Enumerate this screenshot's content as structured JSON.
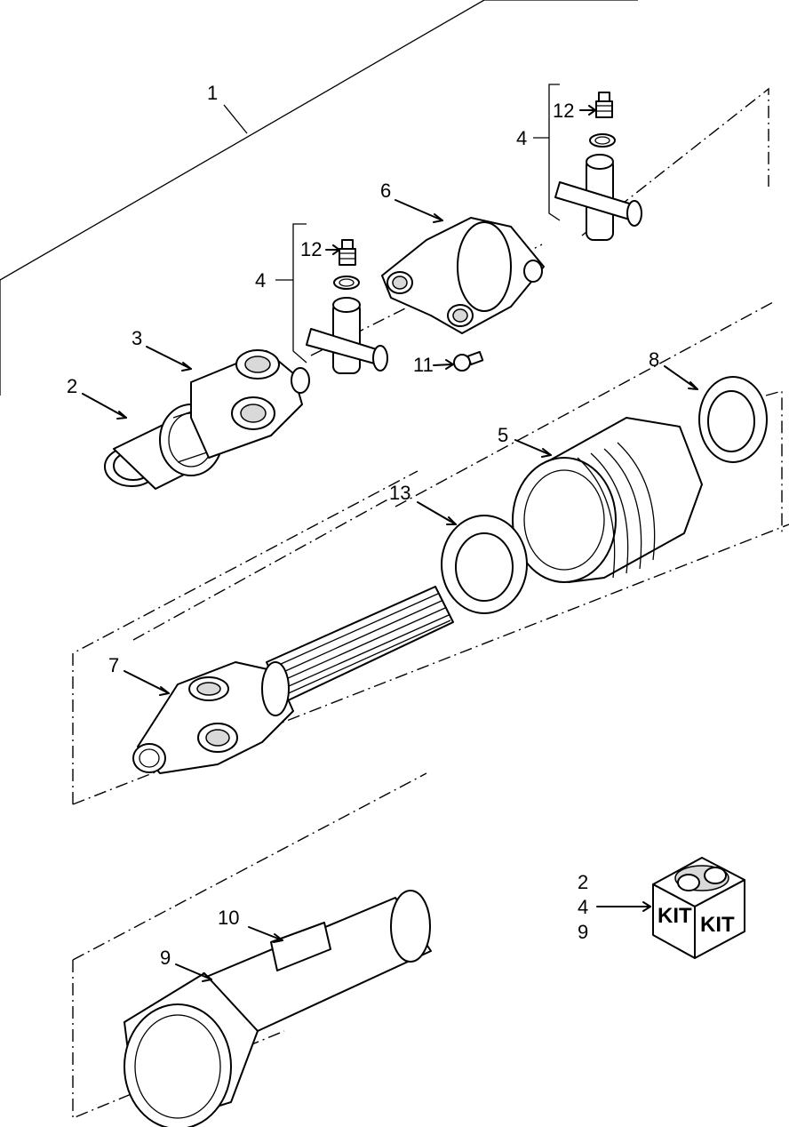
{
  "callouts": {
    "c1": "1",
    "c2": "2",
    "c3": "3",
    "c4a": "4",
    "c4b": "4",
    "c5": "5",
    "c6": "6",
    "c7": "7",
    "c8": "8",
    "c9": "9",
    "c10": "10",
    "c11": "11",
    "c12a": "12",
    "c12b": "12",
    "c13": "13"
  },
  "kit": {
    "items": [
      "2",
      "4",
      "9"
    ],
    "label_left": "KIT",
    "label_right": "KIT",
    "icon": "kit-box-icon"
  }
}
